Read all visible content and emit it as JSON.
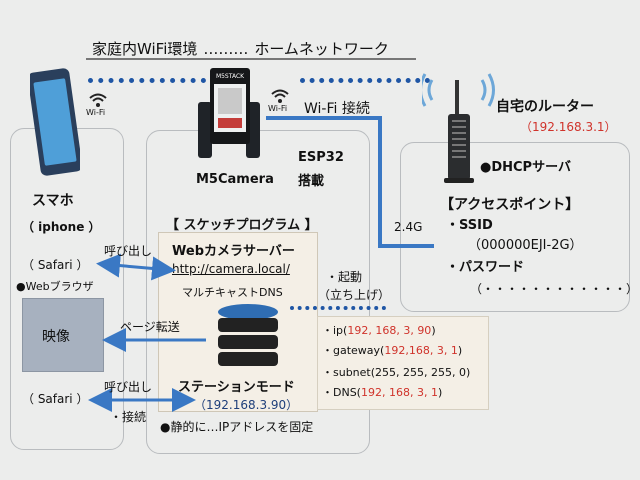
{
  "title": {
    "left": "家庭内WiFi環境",
    "dots": "………",
    "right": "ホームネットワーク"
  },
  "wifi_label_phone": "Wi-Fi",
  "wifi_label_camera": "Wi-Fi",
  "wifi_connect": "Wi-Fi 接続",
  "router": {
    "title": "自宅のルーター",
    "ip": "（192.168.3.1）",
    "dhcp": "●DHCPサーバ",
    "ap_title": "【アクセスポイント】",
    "ssid_label": "・SSID",
    "ssid_value": "（000000EJI-2G）",
    "password_label": "・パスワード",
    "password_value": "（・・・・・・・・・・・・）"
  },
  "band": "2.4G",
  "camera": {
    "name": "M5Camera",
    "chip": "ESP32",
    "mounted": "搭載",
    "screen_brand": "M5STACK"
  },
  "phone": {
    "name": "スマホ",
    "model": "（ iphone ）",
    "browser_label": "●Webブラウザ",
    "safari_top": "（ Safari ）",
    "safari_bottom": "（ Safari ）",
    "video": "映像"
  },
  "sketch": {
    "title": "【 スケッチプログラム 】",
    "server": "Webカメラサーバー",
    "url": "http://camera.local/",
    "mdns": "マルチキャストDNS",
    "station_mode": "ステーションモード",
    "station_ip": "（192.168.3.90）"
  },
  "arrows": {
    "call1": "呼び出し",
    "startup1": "・起動",
    "startup2": "（立ち上げ）",
    "page_transfer": "ページ転送",
    "call2": "呼び出し",
    "connect": "・接続"
  },
  "network_config": {
    "ip_prefix": "・ip(",
    "ip_value": "192, 168, 3, 90",
    "ip_suffix": ")",
    "gateway_prefix": "・gateway(",
    "gateway_value": "192,168, 3, 1",
    "gateway_suffix": ")",
    "subnet": "・subnet(255, 255, 255, 0)",
    "dns_prefix": "・DNS(",
    "dns_value": "192, 168, 3, 1",
    "dns_suffix": ")"
  },
  "static_note": "●静的に…IPアドレスを固定",
  "colors": {
    "accent_blue": "#1f56a5",
    "arrow_blue": "#3a78c4",
    "red": "#d0332b",
    "phone_screen": "#4f9fd8"
  }
}
